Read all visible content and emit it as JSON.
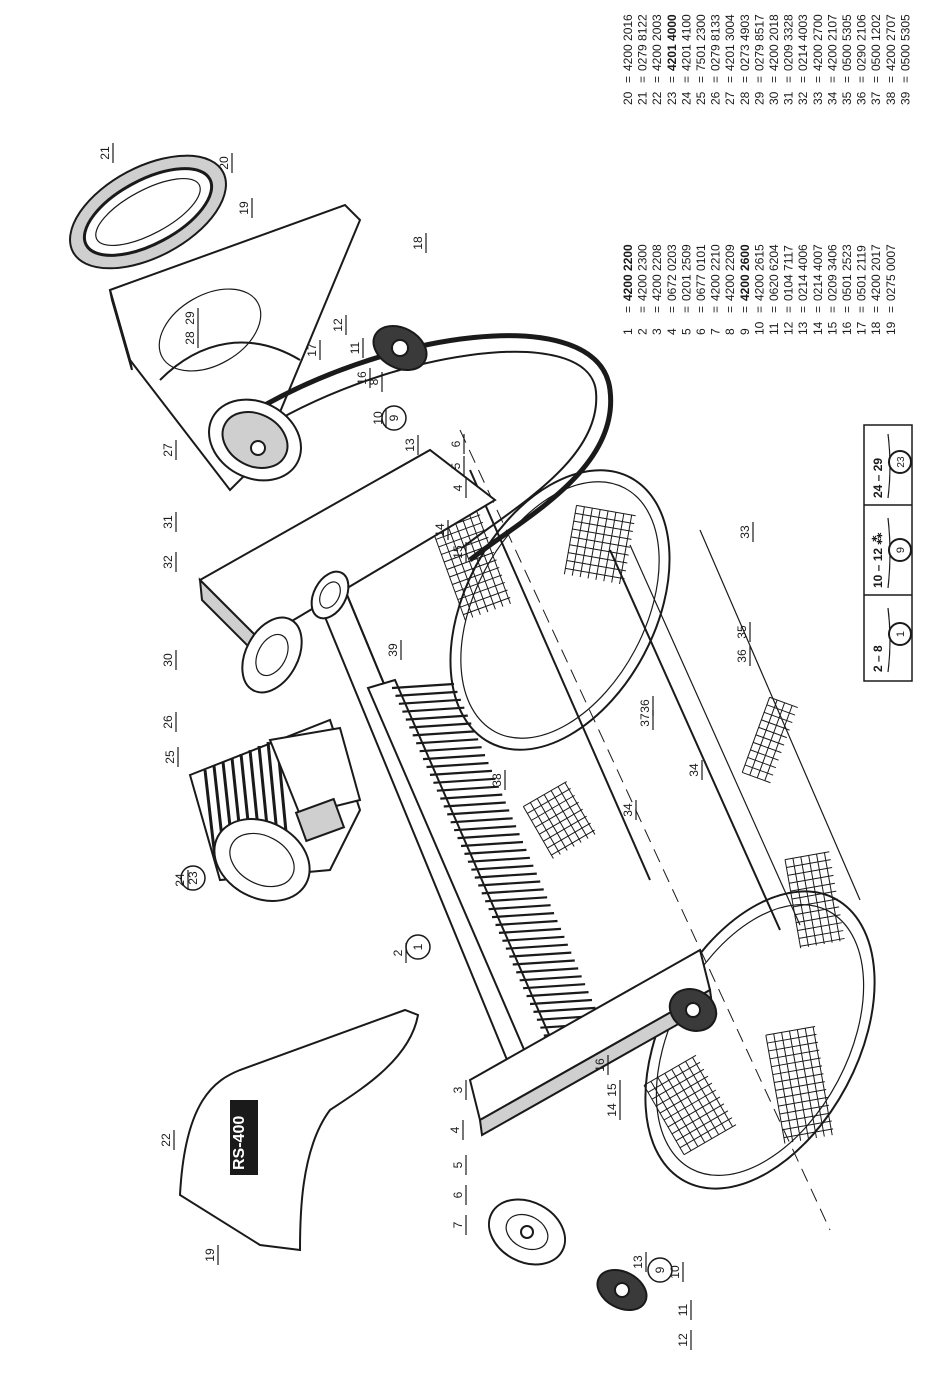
{
  "parts": [
    {
      "no": "1",
      "code": "4200 2200",
      "bold": true
    },
    {
      "no": "2",
      "code": "4200 2300"
    },
    {
      "no": "3",
      "code": "4200 2208"
    },
    {
      "no": "4",
      "code": "0672 0203"
    },
    {
      "no": "5",
      "code": "0201 2509"
    },
    {
      "no": "6",
      "code": "0677 0101"
    },
    {
      "no": "7",
      "code": "4200 2210"
    },
    {
      "no": "8",
      "code": "4200 2209"
    },
    {
      "no": "9",
      "code": "4200 2600",
      "bold": true
    },
    {
      "no": "10",
      "code": "4200 2615"
    },
    {
      "no": "11",
      "code": "0620 6204"
    },
    {
      "no": "12",
      "code": "0104 7117"
    },
    {
      "no": "13",
      "code": "0214 4006"
    },
    {
      "no": "14",
      "code": "0214 4007"
    },
    {
      "no": "15",
      "code": "0209 3406"
    },
    {
      "no": "16",
      "code": "0501 2523"
    },
    {
      "no": "17",
      "code": "0501 2119"
    },
    {
      "no": "18",
      "code": "4200 2017"
    },
    {
      "no": "19",
      "code": "0275 0007"
    },
    {
      "no": "20",
      "code": "4200 2016"
    },
    {
      "no": "21",
      "code": "0279 8122"
    },
    {
      "no": "22",
      "code": "4200 2003"
    },
    {
      "no": "23",
      "code": "4201 4000",
      "bold": true
    },
    {
      "no": "24",
      "code": "4201 4100"
    },
    {
      "no": "25",
      "code": "7501 2300"
    },
    {
      "no": "26",
      "code": "0279 8133"
    },
    {
      "no": "27",
      "code": "4201 3004"
    },
    {
      "no": "28",
      "code": "0273 4903"
    },
    {
      "no": "29",
      "code": "0279 8517"
    },
    {
      "no": "30",
      "code": "4200 2018"
    },
    {
      "no": "31",
      "code": "0209 3328"
    },
    {
      "no": "32",
      "code": "0214 4003"
    },
    {
      "no": "33",
      "code": "4200 2700"
    },
    {
      "no": "34",
      "code": "4200 2107"
    },
    {
      "no": "35",
      "code": "0500 5305"
    },
    {
      "no": "36",
      "code": "0290 2106"
    },
    {
      "no": "37",
      "code": "0500 1202"
    },
    {
      "no": "38",
      "code": "4200 2707"
    },
    {
      "no": "39",
      "code": "0500 5305"
    }
  ],
  "eq": "=",
  "groups": [
    {
      "range": "2 – 8",
      "ref": "1"
    },
    {
      "range": "10 – 12 ⁂",
      "ref": "9"
    },
    {
      "range": "24 – 29",
      "ref": "23"
    }
  ],
  "callouts": {
    "c1": "1",
    "c2": "2",
    "c3": "3",
    "c4a": "4",
    "c4b": "4",
    "c5a": "5",
    "c5b": "5",
    "c6a": "6",
    "c6b": "6",
    "c7": "7",
    "c8": "8",
    "c9a": "9",
    "c9b": "9",
    "c10a": "10",
    "c10b": "10",
    "c11a": "11",
    "c11b": "11",
    "c12a": "12",
    "c12b": "12",
    "c13a": "13",
    "c13b": "13",
    "c14a": "14",
    "c14b": "14",
    "c15a": "15",
    "c15b": "15",
    "c16a": "16",
    "c16b": "16",
    "c17": "17",
    "c18": "18",
    "c19a": "19",
    "c19b": "19",
    "c20": "20",
    "c21": "21",
    "c22": "22",
    "c23": "23",
    "c24": "24",
    "c25": "25",
    "c26": "26",
    "c27": "27",
    "c28": "28",
    "c29": "29",
    "c30": "30",
    "c31": "31",
    "c32": "32",
    "c33": "33",
    "c34a": "34",
    "c34b": "34",
    "c35": "35",
    "c36a": "36",
    "c36b": "36",
    "c37": "37",
    "c38": "38",
    "c39": "39"
  },
  "nameplate": "RS-400"
}
